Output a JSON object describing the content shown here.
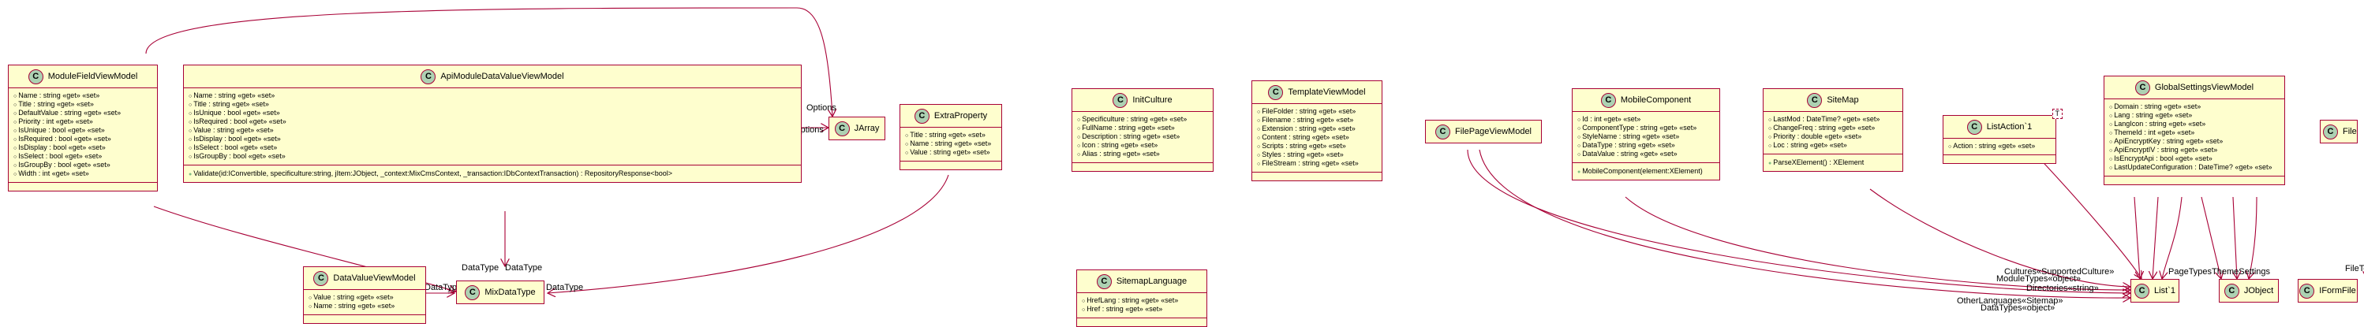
{
  "classes": {
    "module_field_view_model": {
      "stereotype": "C",
      "name": "ModuleFieldViewModel",
      "fields": [
        "Name : string «get» «set»",
        "Title : string «get» «set»",
        "DefaultValue : string «get» «set»",
        "Priority : int «get» «set»",
        "IsUnique : bool «get» «set»",
        "IsRequired : bool «get» «set»",
        "IsDisplay : bool «get» «set»",
        "IsSelect : bool «get» «set»",
        "IsGroupBy : bool «get» «set»",
        "Width : int «get» «set»"
      ]
    },
    "api_module_data_value_view_model": {
      "stereotype": "C",
      "name": "ApiModuleDataValueViewModel",
      "fields": [
        "Name : string «get» «set»",
        "Title : string «get» «set»",
        "IsUnique : bool «get» «set»",
        "IsRequired : bool «get» «set»",
        "Value : string «get» «set»",
        "IsDisplay : bool «get» «set»",
        "IsSelect : bool «get» «set»",
        "IsGroupBy : bool «get» «set»"
      ],
      "methods": [
        "Validate(id:IConvertible, specificulture:string, jItem:JObject, _context:MixCmsContext, _transaction:IDbContextTransaction) : RepositoryResponse<bool>"
      ]
    },
    "jarray": {
      "stereotype": "C",
      "name": "JArray"
    },
    "extra_property": {
      "stereotype": "C",
      "name": "ExtraProperty",
      "fields": [
        "Title : string «get» «set»",
        "Name : string «get» «set»",
        "Value : string «get» «set»"
      ]
    },
    "init_culture": {
      "stereotype": "C",
      "name": "InitCulture",
      "fields": [
        "Specificulture : string «get» «set»",
        "FullName : string «get» «set»",
        "Description : string «get» «set»",
        "Icon : string «get» «set»",
        "Alias : string «get» «set»"
      ]
    },
    "template_view_model": {
      "stereotype": "C",
      "name": "TemplateViewModel",
      "fields": [
        "FileFolder : string «get» «set»",
        "Filename : string «get» «set»",
        "Extension : string «get» «set»",
        "Content : string «get» «set»",
        "Scripts : string «get» «set»",
        "Styles : string «get» «set»",
        "FileStream : string «get» «set»"
      ]
    },
    "file_page_view_model": {
      "stereotype": "C",
      "name": "FilePageViewModel"
    },
    "mobile_component": {
      "stereotype": "C",
      "name": "MobileComponent",
      "fields": [
        "Id : int «get» «set»",
        "ComponentType : string «get» «set»",
        "StyleName : string «get» «set»",
        "DataType : string «get» «set»",
        "DataValue : string «get» «set»"
      ],
      "methods": [
        "MobileComponent(element:XElement)"
      ]
    },
    "site_map": {
      "stereotype": "C",
      "name": "SiteMap",
      "fields": [
        "LastMod : DateTime? «get» «set»",
        "ChangeFreq : string «get» «set»",
        "Priority : double «get» «set»",
        "Loc : string «get» «set»"
      ],
      "methods": [
        "ParseXElement() : XElement"
      ]
    },
    "list_action": {
      "stereotype": "C",
      "name": "ListAction`1",
      "generic": "T",
      "fields": [
        "Action : string «get» «set»"
      ]
    },
    "global_settings_view_model": {
      "stereotype": "C",
      "name": "GlobalSettingsViewModel",
      "fields": [
        "Domain : string «get» «set»",
        "Lang : string «get» «set»",
        "LangIcon : string «get» «set»",
        "ThemeId : int «get» «set»",
        "ApiEncryptKey : string «get» «set»",
        "ApiEncryptIV : string «get» «set»",
        "IsEncryptApi : bool «get» «set»",
        "LastUpdateConfiguration : DateTime? «get» «set»"
      ]
    },
    "file_input_model": {
      "stereotype": "C",
      "name": "FileInputModel"
    },
    "data_value_view_model": {
      "stereotype": "C",
      "name": "DataValueViewModel",
      "fields": [
        "Value : string «get» «set»",
        "Name : string «get» «set»"
      ]
    },
    "mix_data_type": {
      "stereotype": "C",
      "name": "MixDataType"
    },
    "sitemap_language": {
      "stereotype": "C",
      "name": "SitemapLanguage",
      "fields": [
        "HrefLang : string «get» «set»",
        "Href : string «get» «set»"
      ]
    },
    "list1": {
      "stereotype": "C",
      "name": "List`1"
    },
    "jobject": {
      "stereotype": "C",
      "name": "JObject"
    },
    "iform_file": {
      "stereotype": "C",
      "name": "IFormFile"
    }
  },
  "edge_labels": {
    "options_top": "Options",
    "options_side": "Options",
    "datatype_mfvm": "DataType",
    "datatype_api": "DataType",
    "datatype_dvvm": "DataType",
    "datatype_mdt": "DataType",
    "file_to_upload": "FileToUpload",
    "list_cluster_upper": "Cultures«SupportedCulture»",
    "list_cluster_mid": "Directories«string»",
    "list_cluster_lower": "OtherLanguages«Sitemap»",
    "list_cluster_upper2": "ModuleTypes«object»",
    "list_cluster_lower2": "DataTypes«object»",
    "jobject_cluster": "PageTypesThemeSettings"
  },
  "colors": {
    "class_fill": "#FEFECE",
    "border": "#A80036",
    "badge_fill": "#ADD1B2"
  }
}
